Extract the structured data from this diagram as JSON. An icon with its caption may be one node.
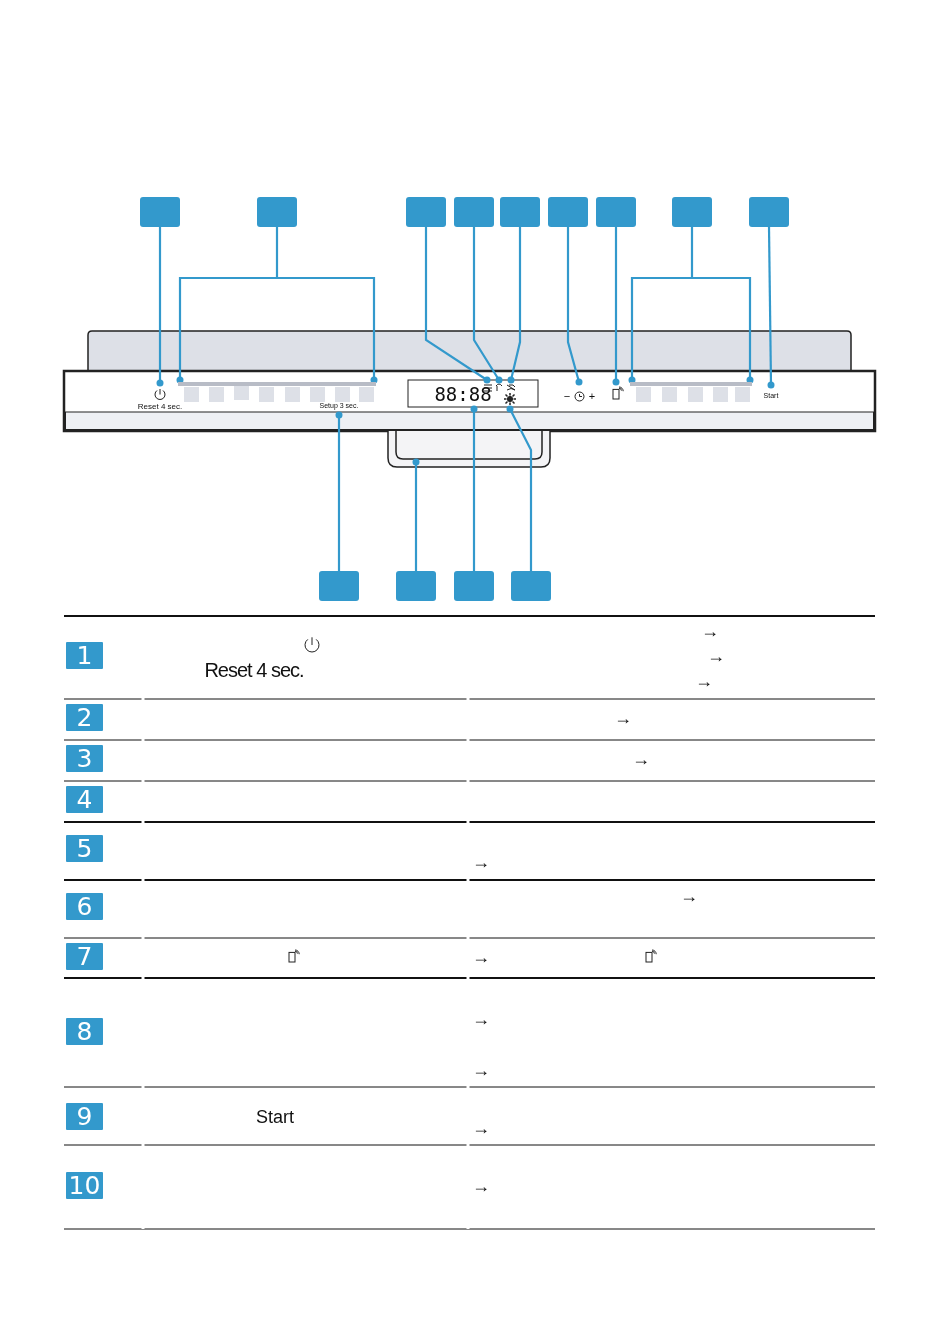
{
  "diagram": {
    "nodes": [
      {
        "text": [],
        "shape": "box"
      },
      {
        "text": [],
        "shape": "box"
      },
      {
        "text": [],
        "shape": "box"
      },
      {
        "text": [],
        "shape": "box"
      },
      {
        "text": [],
        "shape": "box"
      },
      {
        "text": [],
        "shape": "box"
      },
      {
        "text": [],
        "shape": "box"
      },
      {
        "text": [],
        "shape": "box"
      },
      {
        "text": [],
        "shape": "box"
      },
      {
        "text": [],
        "shape": "box"
      },
      {
        "text": [],
        "shape": "box"
      },
      {
        "text": [],
        "shape": "box"
      },
      {
        "text": [],
        "shape": "box"
      },
      {
        "text": [
          "1"
        ]
      },
      {
        "text": [
          "2"
        ]
      },
      {
        "text": [
          "3"
        ]
      },
      {
        "text": [
          "4"
        ]
      },
      {
        "text": [
          "5"
        ]
      },
      {
        "text": [
          "6"
        ]
      },
      {
        "text": [
          "7"
        ]
      },
      {
        "text": [
          "8"
        ]
      },
      {
        "text": [
          "9"
        ]
      },
      {
        "text": [
          "10"
        ]
      },
      {
        "text": [],
        "shape": "icon"
      },
      {
        "text": [],
        "shape": "bar"
      },
      {
        "text": [],
        "shape": "icon"
      },
      {
        "text": [],
        "shape": "icon"
      },
      {
        "text": [],
        "shape": "icon"
      },
      {
        "text": [],
        "shape": "icon"
      },
      {
        "text": [],
        "shape": "icon"
      },
      {
        "text": [],
        "shape": "bar"
      },
      {
        "text": [
          "Start"
        ]
      },
      {
        "text": [
          "Setup 3 sec."
        ]
      },
      {
        "text": [],
        "shape": "handle"
      },
      {
        "text": [
          "88:88"
        ]
      },
      {
        "text": [],
        "shape": "sun"
      }
    ],
    "edges": [
      {
        "from": 0,
        "to": 23,
        "arrow": "other"
      },
      {
        "from": 1,
        "to": 24,
        "arrow": "other"
      },
      {
        "from": 2,
        "to": 25,
        "arrow": "other"
      },
      {
        "from": 3,
        "to": 26,
        "arrow": "other"
      },
      {
        "from": 4,
        "to": 27,
        "arrow": "other"
      },
      {
        "from": 5,
        "to": 28,
        "arrow": "other"
      },
      {
        "from": 6,
        "to": 29,
        "arrow": "other"
      },
      {
        "from": 7,
        "to": 30,
        "arrow": "other"
      },
      {
        "from": 8,
        "to": 31,
        "arrow": "other"
      },
      {
        "from": 9,
        "to": 32,
        "arrow": "other"
      },
      {
        "from": 10,
        "to": 33,
        "arrow": "other"
      },
      {
        "from": 11,
        "to": 34,
        "arrow": "other"
      },
      {
        "from": 12,
        "to": 35,
        "arrow": "other"
      }
    ],
    "labels": [
      "Reset 4 sec.",
      "−",
      "+",
      "Reset 4 sec.",
      "→",
      "→",
      "→",
      "→",
      "→",
      "→",
      "→",
      "→",
      "→",
      "→",
      "Start",
      "→",
      "→"
    ]
  }
}
